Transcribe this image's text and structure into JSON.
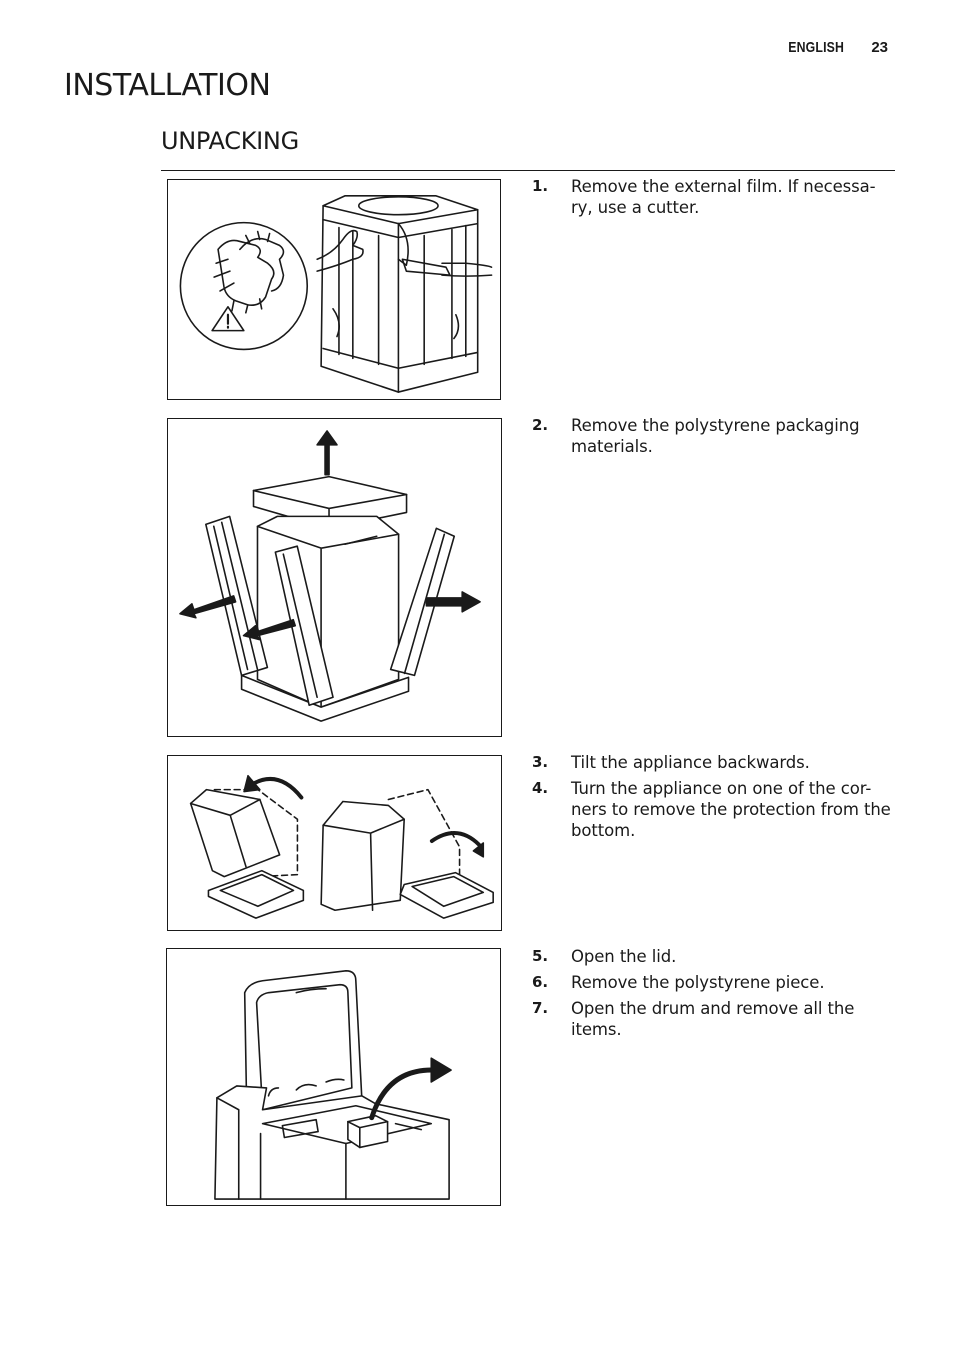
{
  "header": {
    "language": "ENGLISH",
    "page_number": "23"
  },
  "section_title": "INSTALLATION",
  "subsection_title": "UNPACKING",
  "step_groups": [
    {
      "steps": [
        {
          "number": "1.",
          "text": "Remove the external film. If necessa-ry, use a cutter."
        }
      ]
    },
    {
      "steps": [
        {
          "number": "2.",
          "text": "Remove the polystyrene packaging materials."
        }
      ]
    },
    {
      "steps": [
        {
          "number": "3.",
          "text": "Tilt the appliance backwards."
        },
        {
          "number": "4.",
          "text": "Turn the appliance on one of the cor-ners to remove the protection from the bottom."
        }
      ]
    },
    {
      "steps": [
        {
          "number": "5.",
          "text": "Open the lid."
        },
        {
          "number": "6.",
          "text": "Remove the polystyrene piece."
        },
        {
          "number": "7.",
          "text": "Open the drum and remove all the items."
        }
      ]
    }
  ]
}
